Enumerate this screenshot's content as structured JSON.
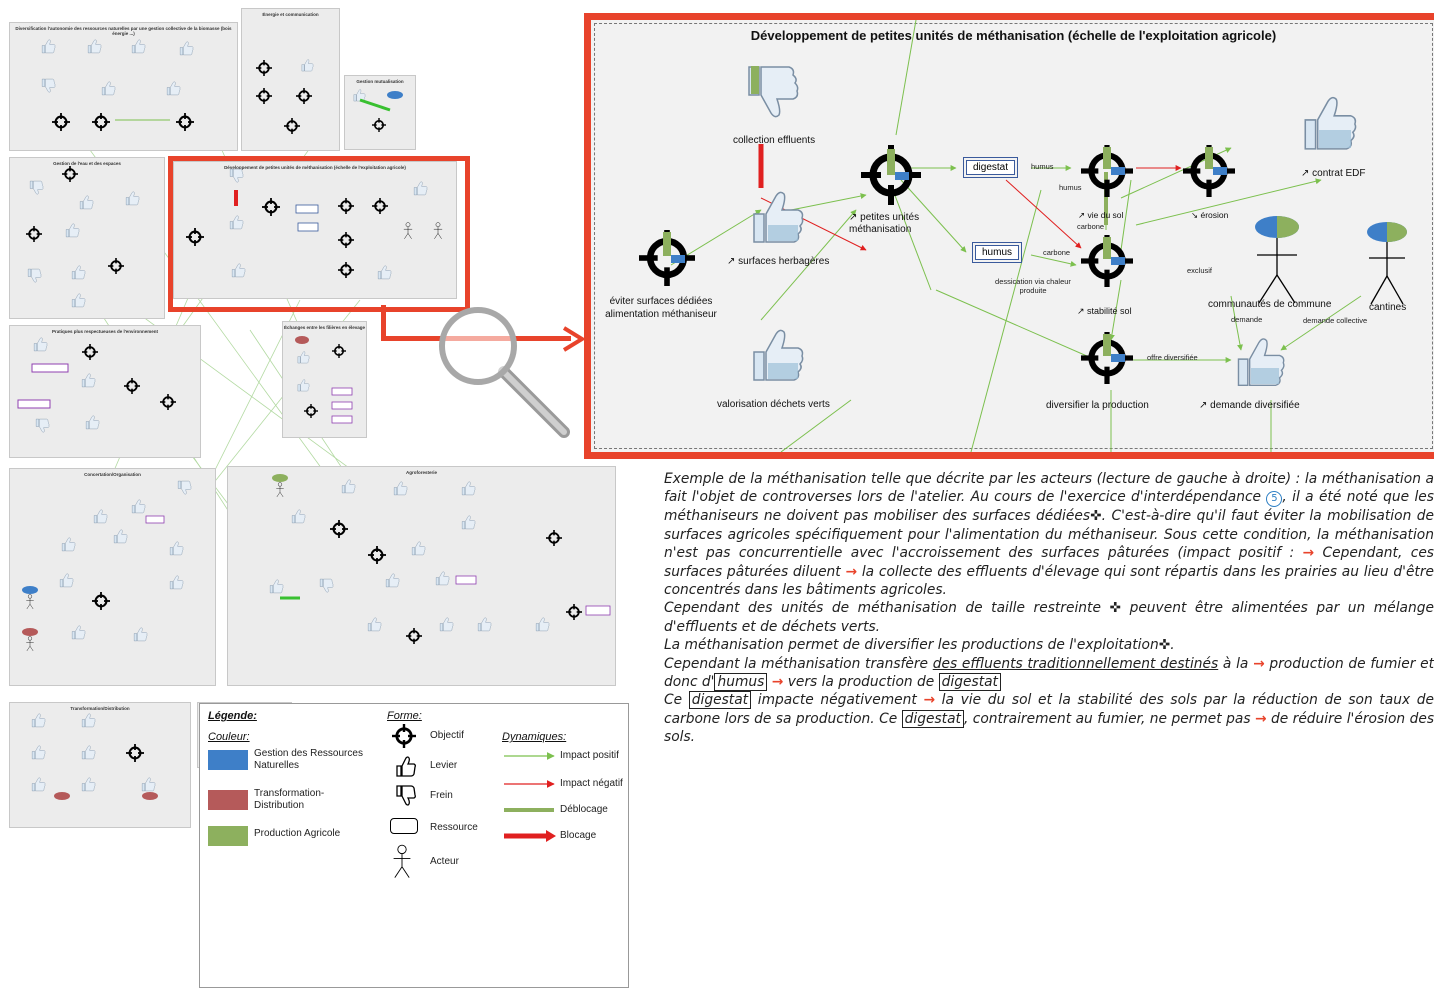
{
  "colors": {
    "accent_red": "#e8432b",
    "gestion_blue": "#3e7fc8",
    "transformation_red": "#b55a5a",
    "production_green": "#8db05e",
    "impact_positif": "#7cc04e",
    "impact_negatif": "#e02020",
    "deblocage": "#8db05e",
    "blocage": "#e02020"
  },
  "overview": {
    "panels": [
      {
        "title": "Diversification l'autonomie des ressources naturelles par une gestion collective de la biomasse (bois énergie ...)"
      },
      {
        "title": "Énergie et communication"
      },
      {
        "title": "Gestion mutualisation"
      },
      {
        "title": "Gestion de l'eau et des espaces"
      },
      {
        "title": "Développement de petites unités de méthanisation (échelle de l'exploitation agricole)"
      },
      {
        "title": "Pratiques plus respectueuses de l'environnement"
      },
      {
        "title": "Échanges entre les filières en élevage"
      },
      {
        "title": "Concertation/Organisation"
      },
      {
        "title": "Agroforesterie"
      },
      {
        "title": "Transformation/Distribution"
      },
      {
        "title": "Bio"
      }
    ]
  },
  "diagram": {
    "title": "Développement de petites unités de méthanisation (échelle de l'exploitation agricole)",
    "nodes": {
      "collection": "collection effluents",
      "surfaces": "↗ surfaces herbagères",
      "eviter": "éviter surfaces dédiées alimentation méthaniseur",
      "petites": "↗ petites unités méthanisation",
      "valorisation": "valorisation déchets verts",
      "digestat": "digestat",
      "humus_res": "humus",
      "vie_sol": "↗ vie du sol",
      "erosion": "↘ érosion",
      "stabilite": "↗ stabilité sol",
      "diversifier": "diversifier la production",
      "contrat": "↗ contrat EDF",
      "communautes": "communautés de commune",
      "cantines": "cantines",
      "demande_div": "↗ demande diversifiée"
    },
    "edge_labels": {
      "humus1": "humus",
      "humus2": "humus",
      "carbone1": "carbone",
      "carbone2": "carbone",
      "dessication": "dessication via chaleur produite",
      "exclusif": "exclusif",
      "offre": "offre diversifiée",
      "demande": "demande",
      "demande_collective": "demande collective"
    }
  },
  "caption": {
    "p1_a": "Exemple de la méthanisation telle que décrite par les acteurs (lecture de gauche à droite) : la méthanisation a fait l'objet de controverses lors de l'atelier. Au cours de l'exercice d'interdépendance",
    "p1_num": "5",
    "p1_b": ", il a été noté que les méthaniseurs ne doivent pas mobiliser des surfaces dédiées",
    "p1_c": ". C'est-à-dire qu'il faut éviter la mobilisation de surfaces agricoles spécifiquement pour l'alimentation du méthaniseur. Sous cette condition, la méthanisation n'est pas concurrentielle avec l'accroissement des surfaces pâturées (impact positif :",
    "p1_d": "Cependant, ces surfaces pâturées diluent",
    "p1_e": "la collecte des effluents d'élevage qui sont répartis dans les prairies au lieu d'être concentrés dans les bâtiments agricoles.",
    "p2_a": "Cependant des unités de méthanisation de taille restreinte",
    "p2_b": "peuvent être alimentées par un mélange d'effluents et de déchets verts.",
    "p3": "La méthanisation permet de diversifier les productions de l'exploitation",
    "p4_a": "Cependant la méthanisation transfère",
    "p4_u": "des effluents traditionnellement destinés",
    "p4_b": "à la",
    "p4_c": "production de fumier et donc d'",
    "p4_humus": "humus",
    "p4_d": "vers la production de",
    "p4_digestat": "digestat",
    "p5_a": "Ce",
    "p5_digestat": "digestat",
    "p5_b": "impacte négativement",
    "p5_c": "la vie du sol et la stabilité des sols par la réduction de son taux de carbone lors de sa production. Ce",
    "p5_digestat2": "digestat",
    "p5_d": ", contrairement au fumier, ne permet pas",
    "p5_e": "de réduire l'érosion des sols."
  },
  "legend": {
    "title": "Légende:",
    "couleur_header": "Couleur:",
    "forme_header": "Forme:",
    "dynamiques_header": "Dynamiques:",
    "couleurs": [
      "Gestion des Ressources Naturelles",
      "Transformation-Distribution",
      "Production Agricole"
    ],
    "formes": [
      "Objectif",
      "Levier",
      "Frein",
      "Ressource",
      "Acteur"
    ],
    "dynamiques": [
      "Impact positif",
      "Impact négatif",
      "Déblocage",
      "Blocage"
    ]
  }
}
